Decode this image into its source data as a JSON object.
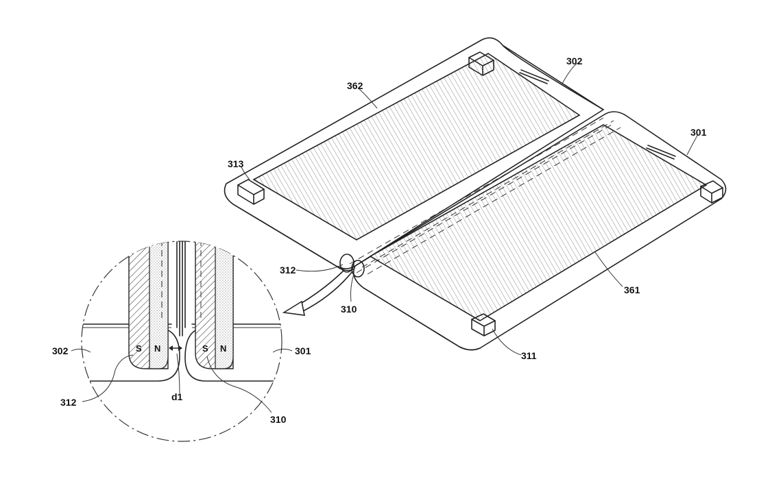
{
  "labels": {
    "l302_top": "302",
    "l301_top": "301",
    "l362": "362",
    "l313": "313",
    "l312_main": "312",
    "l310_main": "310",
    "l361": "361",
    "l311": "311",
    "l302_detail": "302",
    "l301_detail": "301",
    "l312_detail": "312",
    "l310_detail": "310",
    "ld1": "d1",
    "magnet_left_s": "S",
    "magnet_left_n": "N",
    "magnet_right_s": "S",
    "magnet_right_n": "N"
  }
}
